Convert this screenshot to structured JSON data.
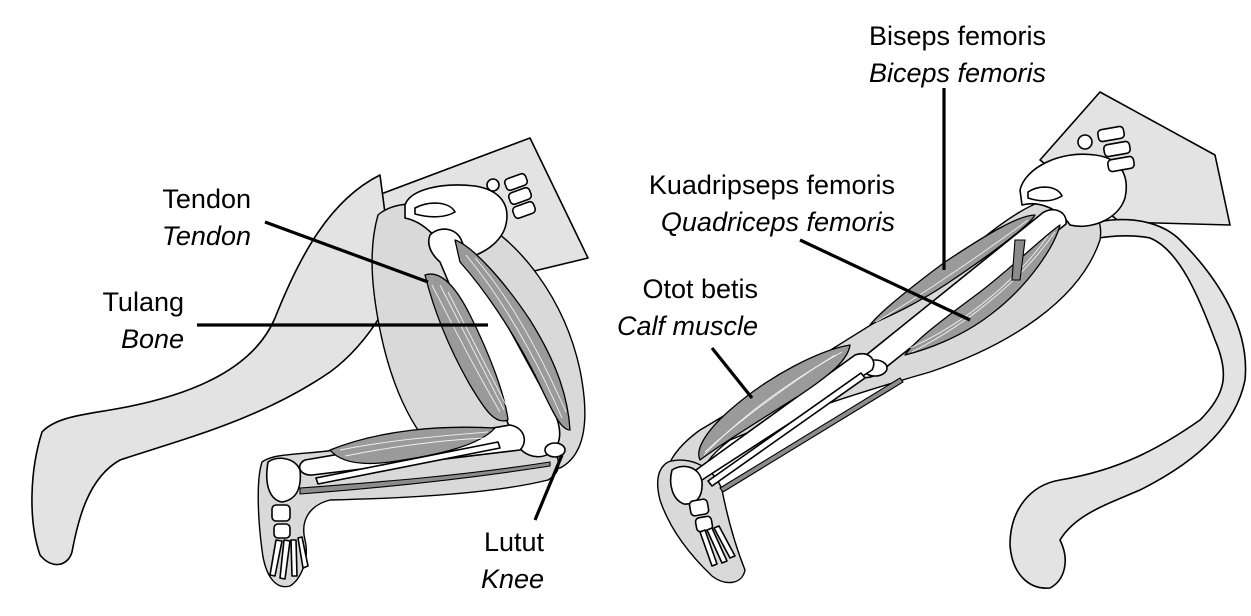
{
  "labels": {
    "tendon": {
      "local": "Tendon",
      "english": "Tendon"
    },
    "bone": {
      "local": "Tulang",
      "english": "Bone"
    },
    "knee": {
      "local": "Lutut",
      "english": "Knee"
    },
    "biceps": {
      "local": "Biseps femoris",
      "english": "Biceps femoris"
    },
    "quadriceps": {
      "local": "Kuadripseps femoris",
      "english": "Quadriceps femoris"
    },
    "calf": {
      "local": "Otot betis",
      "english": "Calf muscle"
    }
  },
  "colors": {
    "body": "#e3e3e3",
    "muscle": "#9a9a9a",
    "bone": "#ffffff",
    "outline": "#000000"
  }
}
